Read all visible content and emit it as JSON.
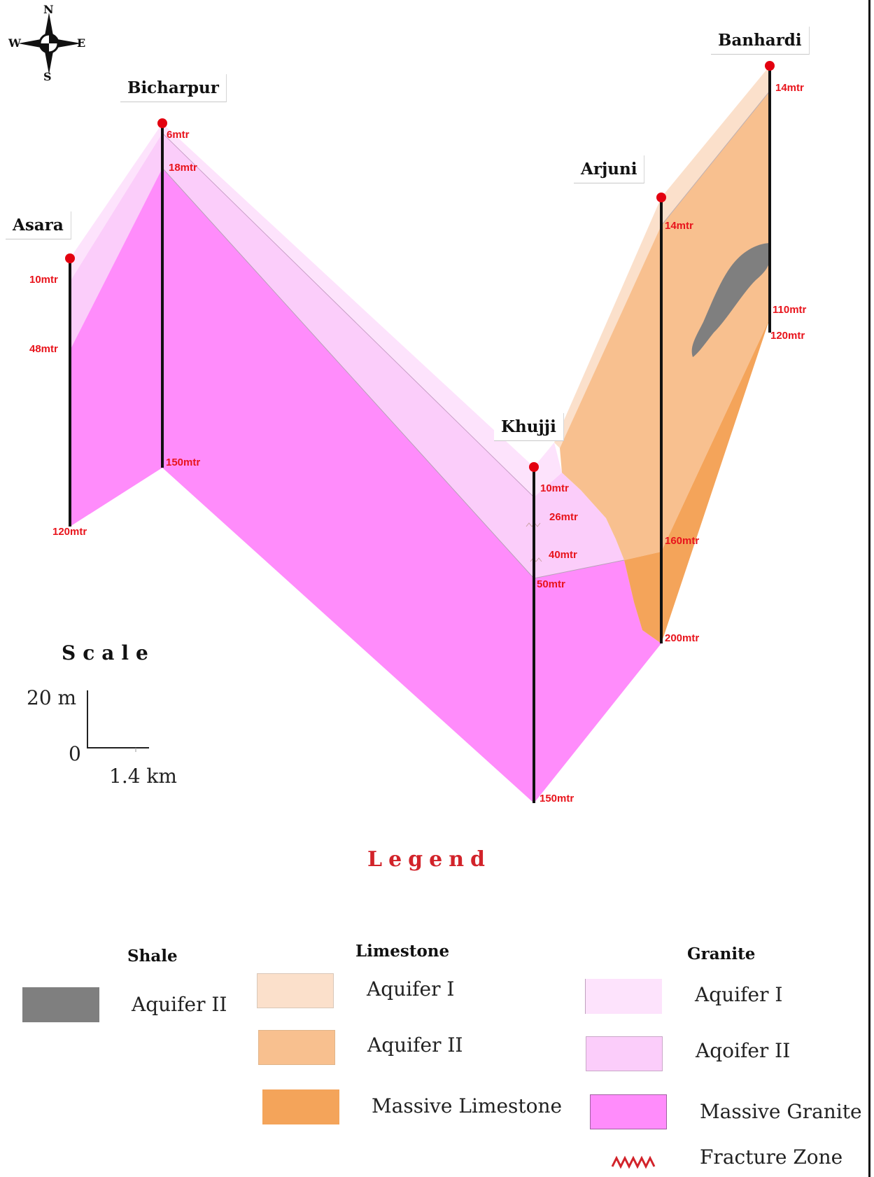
{
  "compass": {
    "n": "N",
    "s": "S",
    "e": "E",
    "w": "W"
  },
  "stations": [
    {
      "name": "Asara",
      "depths": [
        "10mtr",
        "48mtr",
        "120mtr"
      ]
    },
    {
      "name": "Bicharpur",
      "depths": [
        "6mtr",
        "18mtr",
        "150mtr"
      ]
    },
    {
      "name": "Khujji",
      "depths": [
        "10mtr",
        "26mtr",
        "40mtr",
        "50mtr",
        "150mtr"
      ]
    },
    {
      "name": "Arjuni",
      "depths": [
        "14mtr",
        "160mtr",
        "200mtr"
      ]
    },
    {
      "name": "Banhardi",
      "depths": [
        "14mtr",
        "110mtr",
        "120mtr"
      ]
    }
  ],
  "scale": {
    "title": "Scale",
    "vertical": "20 m",
    "origin": "0",
    "horizontal": "1.4 km"
  },
  "legend": {
    "title": "Legend",
    "groups": [
      {
        "heading": "Shale",
        "items": [
          {
            "label": "Aquifer II",
            "color": "#7f7f7f"
          }
        ]
      },
      {
        "heading": "Limestone",
        "items": [
          {
            "label": "Aquifer I",
            "color": "#fbe0cb"
          },
          {
            "label": "Aquifer II",
            "color": "#f8c08f"
          },
          {
            "label": "Massive Limestone",
            "color": "#f4a45a"
          }
        ]
      },
      {
        "heading": "Granite",
        "items": [
          {
            "label": "Aquifer I",
            "color": "#fde3fc"
          },
          {
            "label": "Aqoifer II",
            "color": "#fbcdfa"
          },
          {
            "label": "Massive Granite",
            "color": "#ff8cfb"
          }
        ]
      }
    ],
    "fracture": {
      "label": "Fracture Zone",
      "color": "#d2232a"
    }
  },
  "colors": {
    "granite_aquifer_1": "#fde3fc",
    "granite_aquifer_2": "#fbcdfa",
    "massive_granite": "#ff8cfb",
    "limestone_aquifer_1": "#fbe0cb",
    "limestone_aquifer_2": "#f8c08f",
    "massive_limestone": "#f4a45a",
    "shale": "#7f7f7f",
    "depth_label": "#e8141c",
    "well_marker": "#e3000f"
  }
}
